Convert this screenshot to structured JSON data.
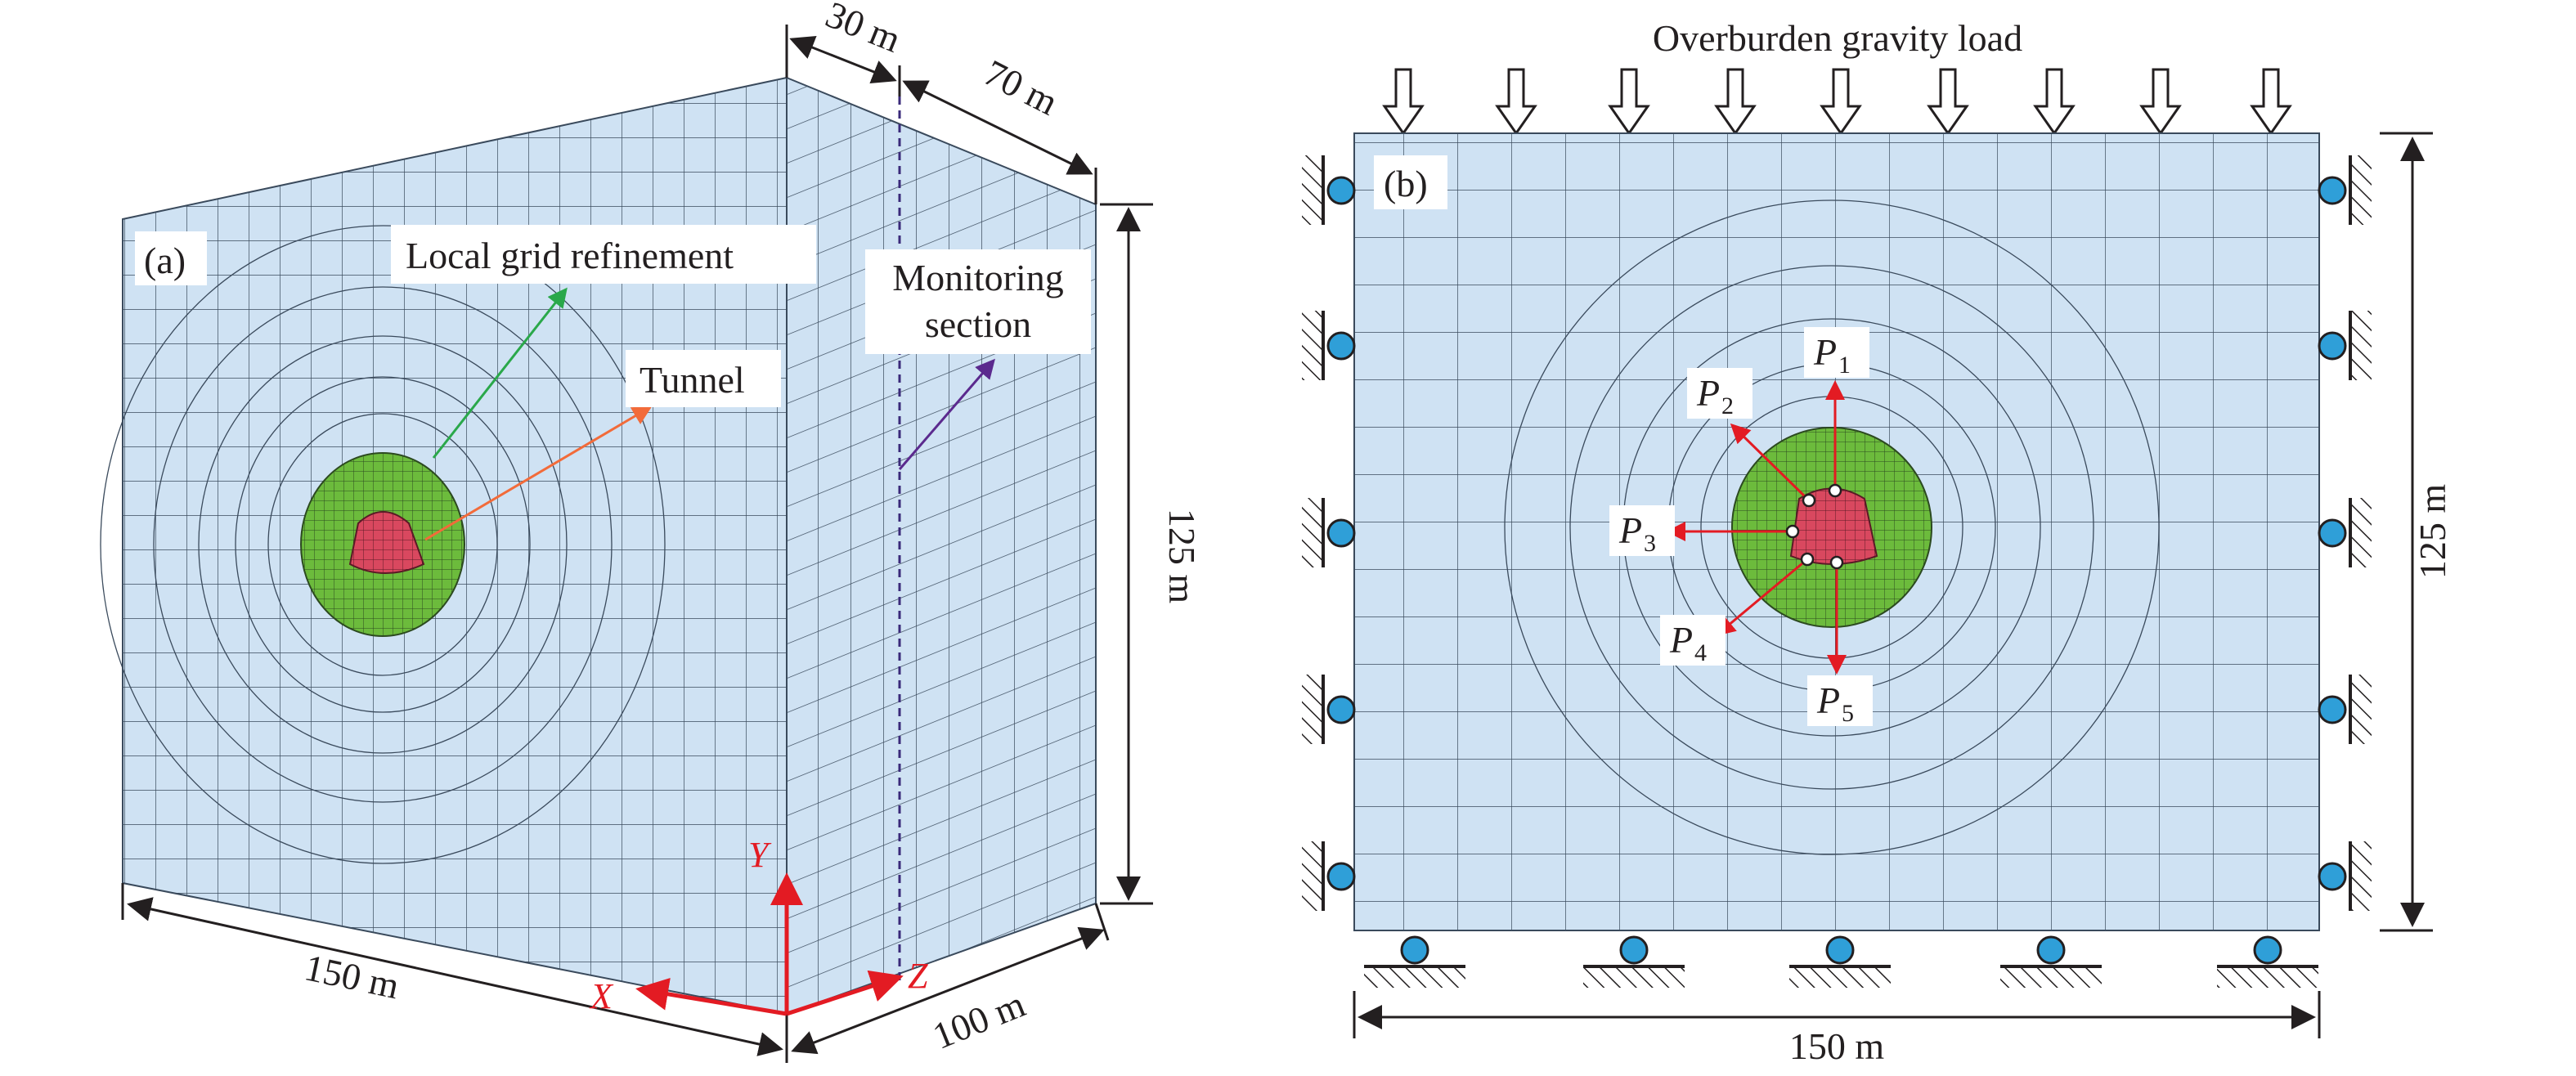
{
  "panel_a": {
    "label": "(a)",
    "annotations": {
      "refinement": "Local grid refinement",
      "tunnel": "Tunnel",
      "monitoring": [
        "Monitoring",
        "section"
      ]
    },
    "dimensions": {
      "top_short": "30 m",
      "top_long": "70 m",
      "height": "125 m",
      "width": "150 m",
      "depth": "100 m"
    },
    "axes": {
      "x": "X",
      "y": "Y",
      "z": "Z"
    },
    "colors": {
      "mesh_fill": "#cfe2f3",
      "mesh_line": "#3a4a5c",
      "refinement_zone": "#6cbb3c",
      "tunnel_zone": "#d9485f",
      "refinement_arrow": "#2aa84a",
      "tunnel_arrow": "#f26b3a",
      "monitoring_arrow": "#5b2a8e",
      "monitoring_line": "#3a2a7a",
      "axes": "#e31b23"
    }
  },
  "panel_b": {
    "label": "(b)",
    "load_label": "Overburden gravity load",
    "points": [
      {
        "letter": "P",
        "sub": "1"
      },
      {
        "letter": "P",
        "sub": "2"
      },
      {
        "letter": "P",
        "sub": "3"
      },
      {
        "letter": "P",
        "sub": "4"
      },
      {
        "letter": "P",
        "sub": "5"
      }
    ],
    "dimensions": {
      "height": "125 m",
      "width": "150 m"
    },
    "colors": {
      "roller": "#2f9fd8",
      "vector": "#e31b23"
    }
  }
}
